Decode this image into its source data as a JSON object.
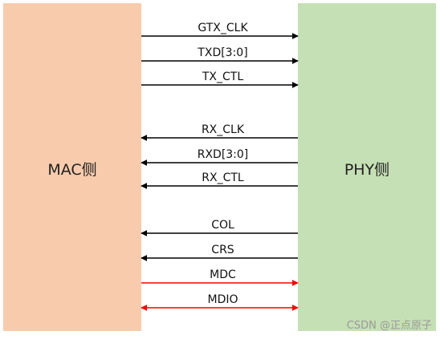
{
  "blocks": {
    "mac": {
      "label": "MAC侧",
      "color": "#F8CBAD"
    },
    "phy": {
      "label": "PHY侧",
      "color": "#C5E0B4"
    }
  },
  "signals": [
    {
      "name": "GTX_CLK",
      "direction": "mac-to-phy",
      "color": "#000000"
    },
    {
      "name": "TXD[3:0]",
      "direction": "mac-to-phy",
      "color": "#000000"
    },
    {
      "name": "TX_CTL",
      "direction": "mac-to-phy",
      "color": "#000000"
    },
    {
      "name": "RX_CLK",
      "direction": "phy-to-mac",
      "color": "#000000"
    },
    {
      "name": "RXD[3:0]",
      "direction": "phy-to-mac",
      "color": "#000000"
    },
    {
      "name": "RX_CTL",
      "direction": "phy-to-mac",
      "color": "#000000"
    },
    {
      "name": "COL",
      "direction": "phy-to-mac",
      "color": "#000000"
    },
    {
      "name": "CRS",
      "direction": "phy-to-mac",
      "color": "#000000"
    },
    {
      "name": "MDC",
      "direction": "mac-to-phy",
      "color": "#FF0000"
    },
    {
      "name": "MDIO",
      "direction": "bidirectional",
      "color": "#FF0000"
    }
  ],
  "watermark": "CSDN @正点原子"
}
